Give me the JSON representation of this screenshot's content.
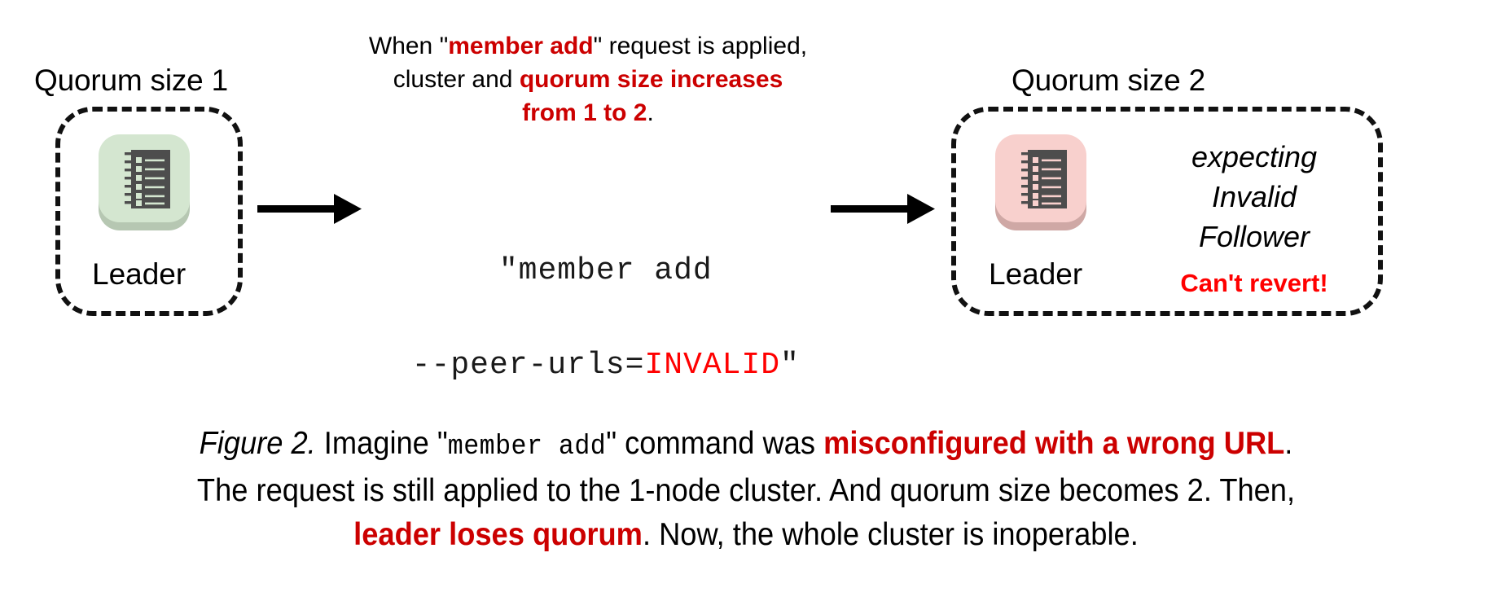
{
  "colors": {
    "red_bold": "#cc0000",
    "red_bright": "#ff0000",
    "node_green": "#d4e6d0",
    "node_pink": "#f8d0cd",
    "icon_dark": "#4d4d4d",
    "background": "#ffffff"
  },
  "left_cluster": {
    "heading": "Quorum size 1",
    "node_label": "Leader",
    "node_color": "green"
  },
  "right_cluster": {
    "heading": "Quorum size 2",
    "node_label": "Leader",
    "node_color": "pink",
    "side_note_line1": "expecting",
    "side_note_line2": "Invalid",
    "side_note_line3": "Follower",
    "warning": "Can't revert!"
  },
  "top_note": {
    "p1": "When \"",
    "red1": "member add",
    "p2": "\" request is applied,",
    "p3": "cluster and ",
    "red2": "quorum size increases",
    "red3": "from 1 to 2",
    "p4": "."
  },
  "command": {
    "line1": "\"member add",
    "line2_prefix": "--peer-urls=",
    "line2_invalid": "INVALID",
    "line2_suffix": "\""
  },
  "figure_caption": {
    "fig_number": "Figure 2.",
    "t1": " Imagine \"",
    "mono1": "member add",
    "t2": "\" command was ",
    "red1": "misconfigured with a wrong URL",
    "t3": ".",
    "t4": "The request is still applied to the 1-node cluster. And quorum size becomes 2. Then,",
    "red2": "leader loses quorum",
    "t5": ". Now, the whole cluster is inoperable."
  },
  "arrows": {
    "left_arrow": "arrow-right",
    "right_arrow": "arrow-right"
  }
}
